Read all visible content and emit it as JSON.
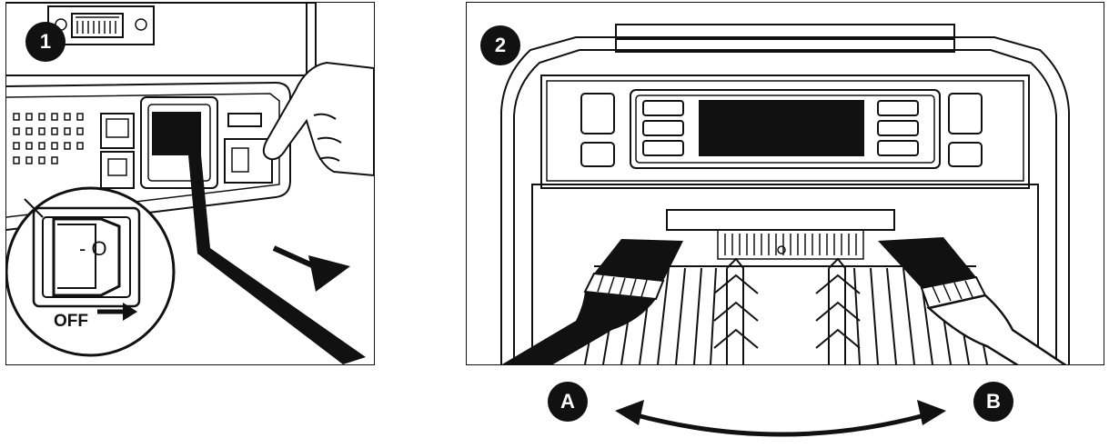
{
  "steps": {
    "step1_badge": "1",
    "step2_badge": "2"
  },
  "switch": {
    "off_label": "OFF",
    "marks": "- O"
  },
  "brushes": {
    "brush_a_badge": "A",
    "brush_b_badge": "B"
  },
  "colors": {
    "ink": "#111111",
    "paper": "#ffffff"
  }
}
